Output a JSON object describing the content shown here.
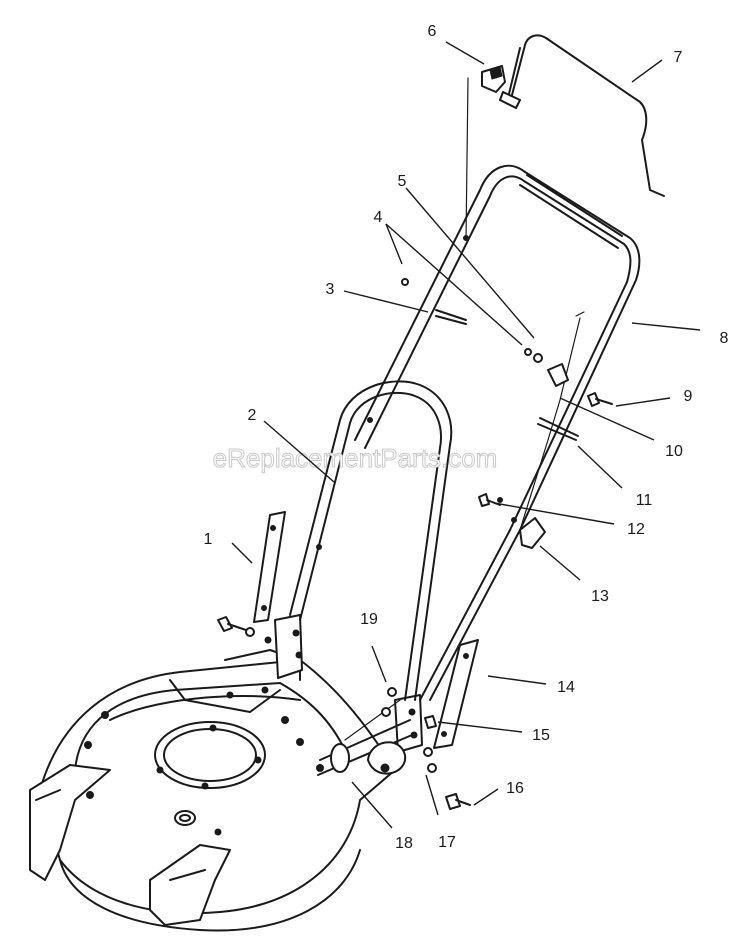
{
  "watermark": "eReplacementParts.com",
  "callouts": [
    "1",
    "2",
    "3",
    "4",
    "5",
    "6",
    "7",
    "8",
    "9",
    "10",
    "11",
    "12",
    "13",
    "14",
    "15",
    "16",
    "17",
    "18",
    "19"
  ],
  "colors": {
    "line": "#1a1a1a",
    "background": "#ffffff",
    "watermark_stroke": "#c8c8c8"
  }
}
